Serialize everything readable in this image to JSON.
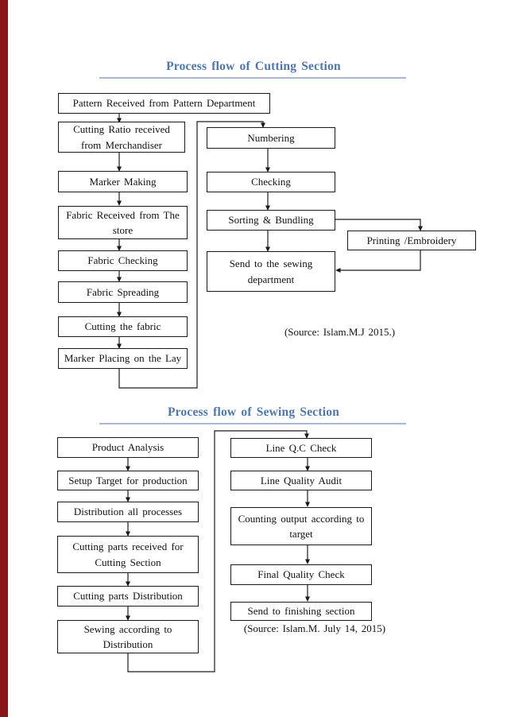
{
  "colors": {
    "title_blue": "#4a77b2",
    "heading_rule_blue": "#a3bbd6",
    "left_edge_bar_red": "#8a1417",
    "box_border": "#1a1a1a"
  },
  "cutting": {
    "title": "Process flow of Cutting Section",
    "source": "(Source: Islam.M.J 2015.)",
    "left": [
      "Pattern Received from Pattern Department",
      "Cutting Ratio received from Merchandiser",
      "Marker Making",
      "Fabric Received from The store",
      "Fabric Checking",
      "Fabric Spreading",
      "Cutting the fabric",
      "Marker Placing on the Lay"
    ],
    "right": [
      "Numbering",
      "Checking",
      "Sorting & Bundling",
      "Send to the sewing department"
    ],
    "branch": "Printing /Embroidery"
  },
  "sewing": {
    "title": "Process flow of Sewing Section",
    "source": "(Source: Islam.M. July 14, 2015)",
    "left": [
      "Product Analysis",
      "Setup Target for production",
      "Distribution all processes",
      "Cutting parts received for Cutting Section",
      "Cutting parts Distribution",
      "Sewing according to Distribution"
    ],
    "right": [
      "Line Q.C Check",
      "Line Quality Audit",
      "Counting output according to target",
      "Final Quality Check",
      "Send to finishing section"
    ]
  }
}
